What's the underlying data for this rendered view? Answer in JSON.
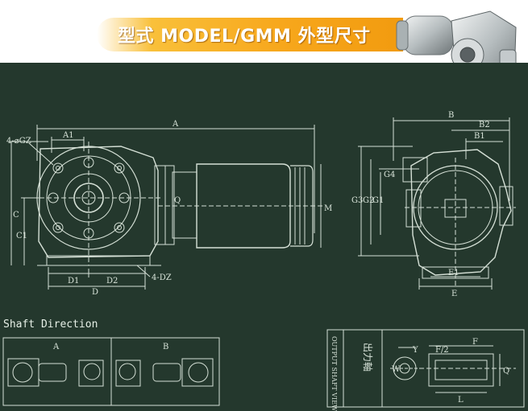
{
  "header": {
    "title": "型式 MODEL/GMM 外型尺寸"
  },
  "shaft_direction": {
    "label": "Shaft Direction",
    "option_a": "A",
    "option_b": "B"
  },
  "front_view": {
    "dims": {
      "a": "A",
      "a1": "A1",
      "gz": "4-⌀GZ",
      "c": "C",
      "c1": "C1",
      "d": "D",
      "d1": "D1",
      "d2": "D2",
      "dz": "4-DZ",
      "q": "Q",
      "m": "M"
    }
  },
  "side_view": {
    "dims": {
      "b": "B",
      "b1": "B1",
      "b2": "B2",
      "g1": "G1",
      "g2": "G2",
      "g3": "G3",
      "g4": "G4",
      "e": "E",
      "e1": "E1"
    }
  },
  "output_shaft": {
    "title_cn": "出力軸",
    "title_en": "OUTPUT SHAFT VIEW",
    "dims": {
      "y": "Y",
      "f": "F",
      "f2": "F/2",
      "l": "L",
      "w": "W",
      "q": "Q"
    }
  }
}
